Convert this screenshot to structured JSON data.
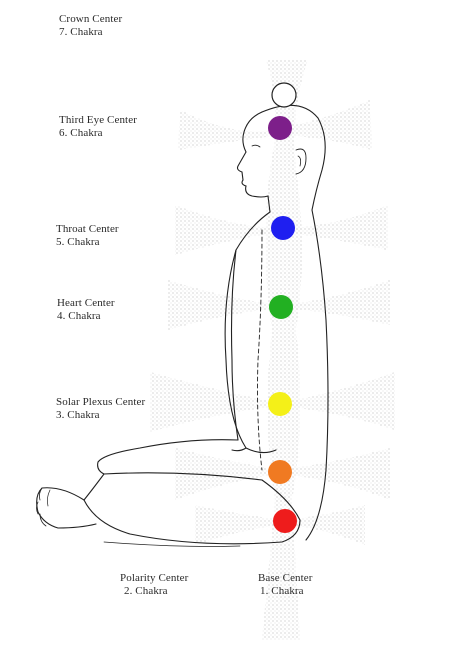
{
  "labels": {
    "crown": {
      "name": "Crown Center",
      "num": "7. Chakra"
    },
    "third": {
      "name": "Third Eye Center",
      "num": "6. Chakra"
    },
    "throat": {
      "name": "Throat Center",
      "num": "5. Chakra"
    },
    "heart": {
      "name": "Heart Center",
      "num": "4. Chakra"
    },
    "solar": {
      "name": "Solar Plexus Center",
      "num": "3. Chakra"
    },
    "polarity": {
      "name": "Polarity Center",
      "num": "2. Chakra"
    },
    "base": {
      "name": "Base Center",
      "num": "1. Chakra"
    }
  },
  "chakra_colors": {
    "crown": "#ffffff",
    "third_eye": "#7d1f8a",
    "throat": "#1f1ff0",
    "heart": "#22b022",
    "solar_plexus": "#f4f018",
    "polarity": "#f07a22",
    "base": "#ee1c1c"
  }
}
